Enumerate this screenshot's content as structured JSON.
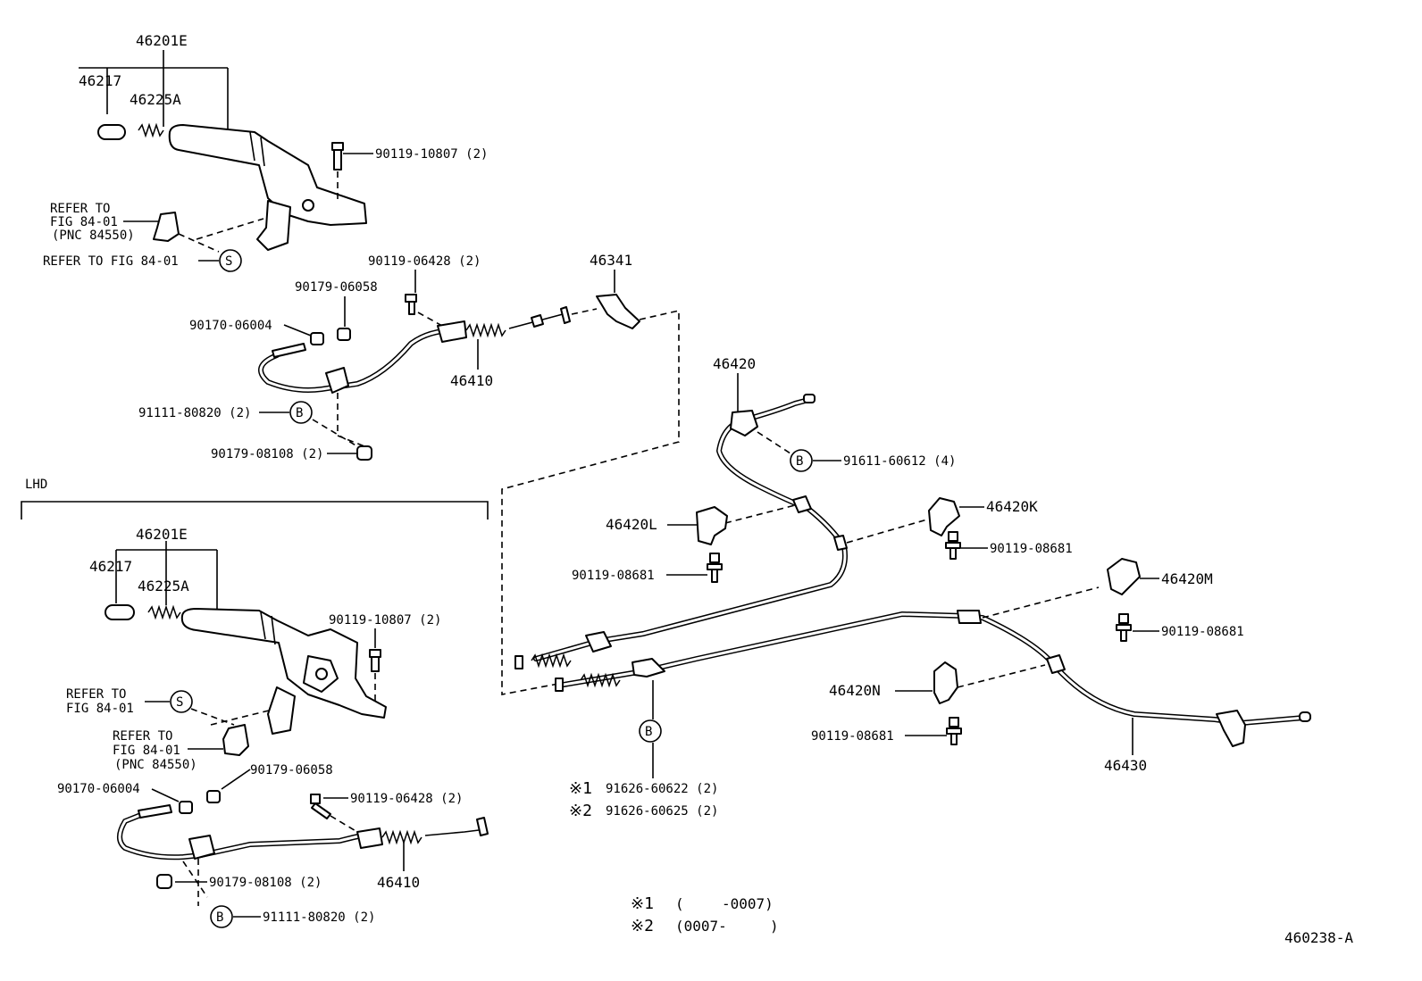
{
  "diagram": {
    "rhd": {
      "lever_assy": "46201E",
      "knob": "46217",
      "spring": "46225A",
      "lever_bolt": "90119-10807 (2)",
      "refer_bracket_1": "REFER TO",
      "refer_bracket_2": "FIG 84-01",
      "refer_bracket_3": "(PNC 84550)",
      "refer_s": "REFER TO FIG 84-01",
      "cable_bolt": "90119-06428 (2)",
      "nut_58": "90179-06058",
      "nut_04": "90170-06004",
      "front_cable": "46410",
      "bolt_b": "91111-80820 (2)",
      "nut_108": "90179-08108 (2)"
    },
    "lhd": {
      "section_label": "LHD",
      "lever_assy": "46201E",
      "knob": "46217",
      "spring": "46225A",
      "lever_bolt": "90119-10807 (2)",
      "refer_s_1": "REFER TO",
      "refer_s_2": "FIG 84-01",
      "refer_bracket_1": "REFER TO",
      "refer_bracket_2": "FIG 84-01",
      "refer_bracket_3": "(PNC 84550)",
      "nut_58": "90179-06058",
      "nut_04": "90170-06004",
      "cable_bolt": "90119-06428 (2)",
      "nut_108": "90179-08108 (2)",
      "front_cable": "46410",
      "bolt_b": "91111-80820 (2)"
    },
    "rear": {
      "equalizer": "46341",
      "cable_rh": "46420",
      "bolt_b": "91611-60612 (4)",
      "clamp_l": "46420L",
      "clamp_k": "46420K",
      "bolt_l": "90119-08681",
      "bolt_k": "90119-08681",
      "clamp_m": "46420M",
      "bolt_m": "90119-08681",
      "clamp_n": "46420N",
      "bolt_n": "90119-08681",
      "cable_lh": "46430",
      "mark_1": "※1",
      "mark_2": "※2",
      "bolt_1": "91626-60622 (2)",
      "bolt_2": "91626-60625 (2)"
    },
    "legend": {
      "mark_1": "※1",
      "range_1_open": "(",
      "range_1_value": "-0007)",
      "mark_2": "※2",
      "range_2_value": "(0007-",
      "range_2_close": ")"
    },
    "circle_s": "S",
    "circle_b": "B",
    "figure_id": "460238-A"
  }
}
